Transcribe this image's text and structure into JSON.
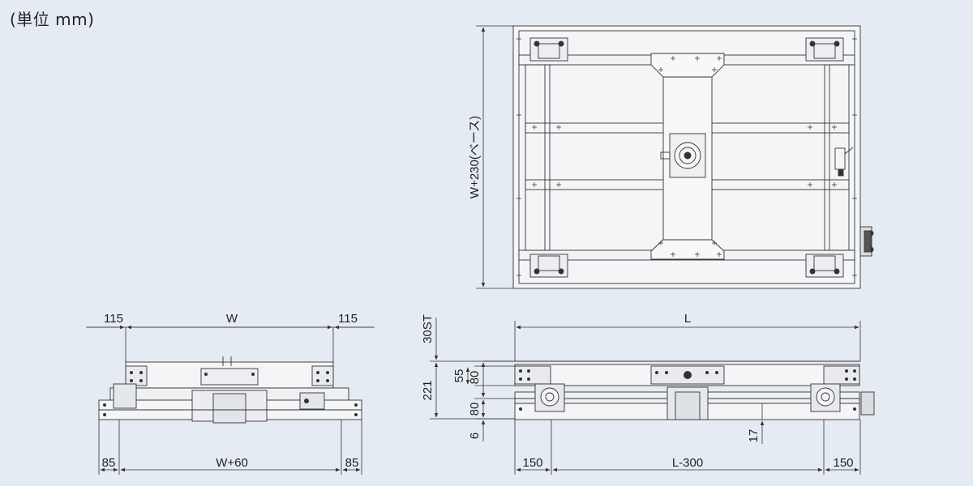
{
  "unit_label": "(単位 mm)",
  "top_view": {
    "height_dim": "W+230(ベース)"
  },
  "end_view": {
    "dim_left_offset": "115",
    "dim_width": "W",
    "dim_right_offset": "115",
    "dim_left_base": "85",
    "dim_base_width": "W+60",
    "dim_right_base": "85"
  },
  "side_view": {
    "dim_length": "L",
    "dim_stroke": "30ST",
    "dim_total_height": "221",
    "dim_upper_55": "55",
    "dim_upper_80": "80",
    "dim_lower_80": "80",
    "dim_bottom_6": "6",
    "dim_17": "17",
    "dim_left_150": "150",
    "dim_middle": "L-300",
    "dim_right_150": "150"
  },
  "colors": {
    "background": "#e5ebf2",
    "line": "#333333",
    "fill": "#f4f5f7"
  }
}
